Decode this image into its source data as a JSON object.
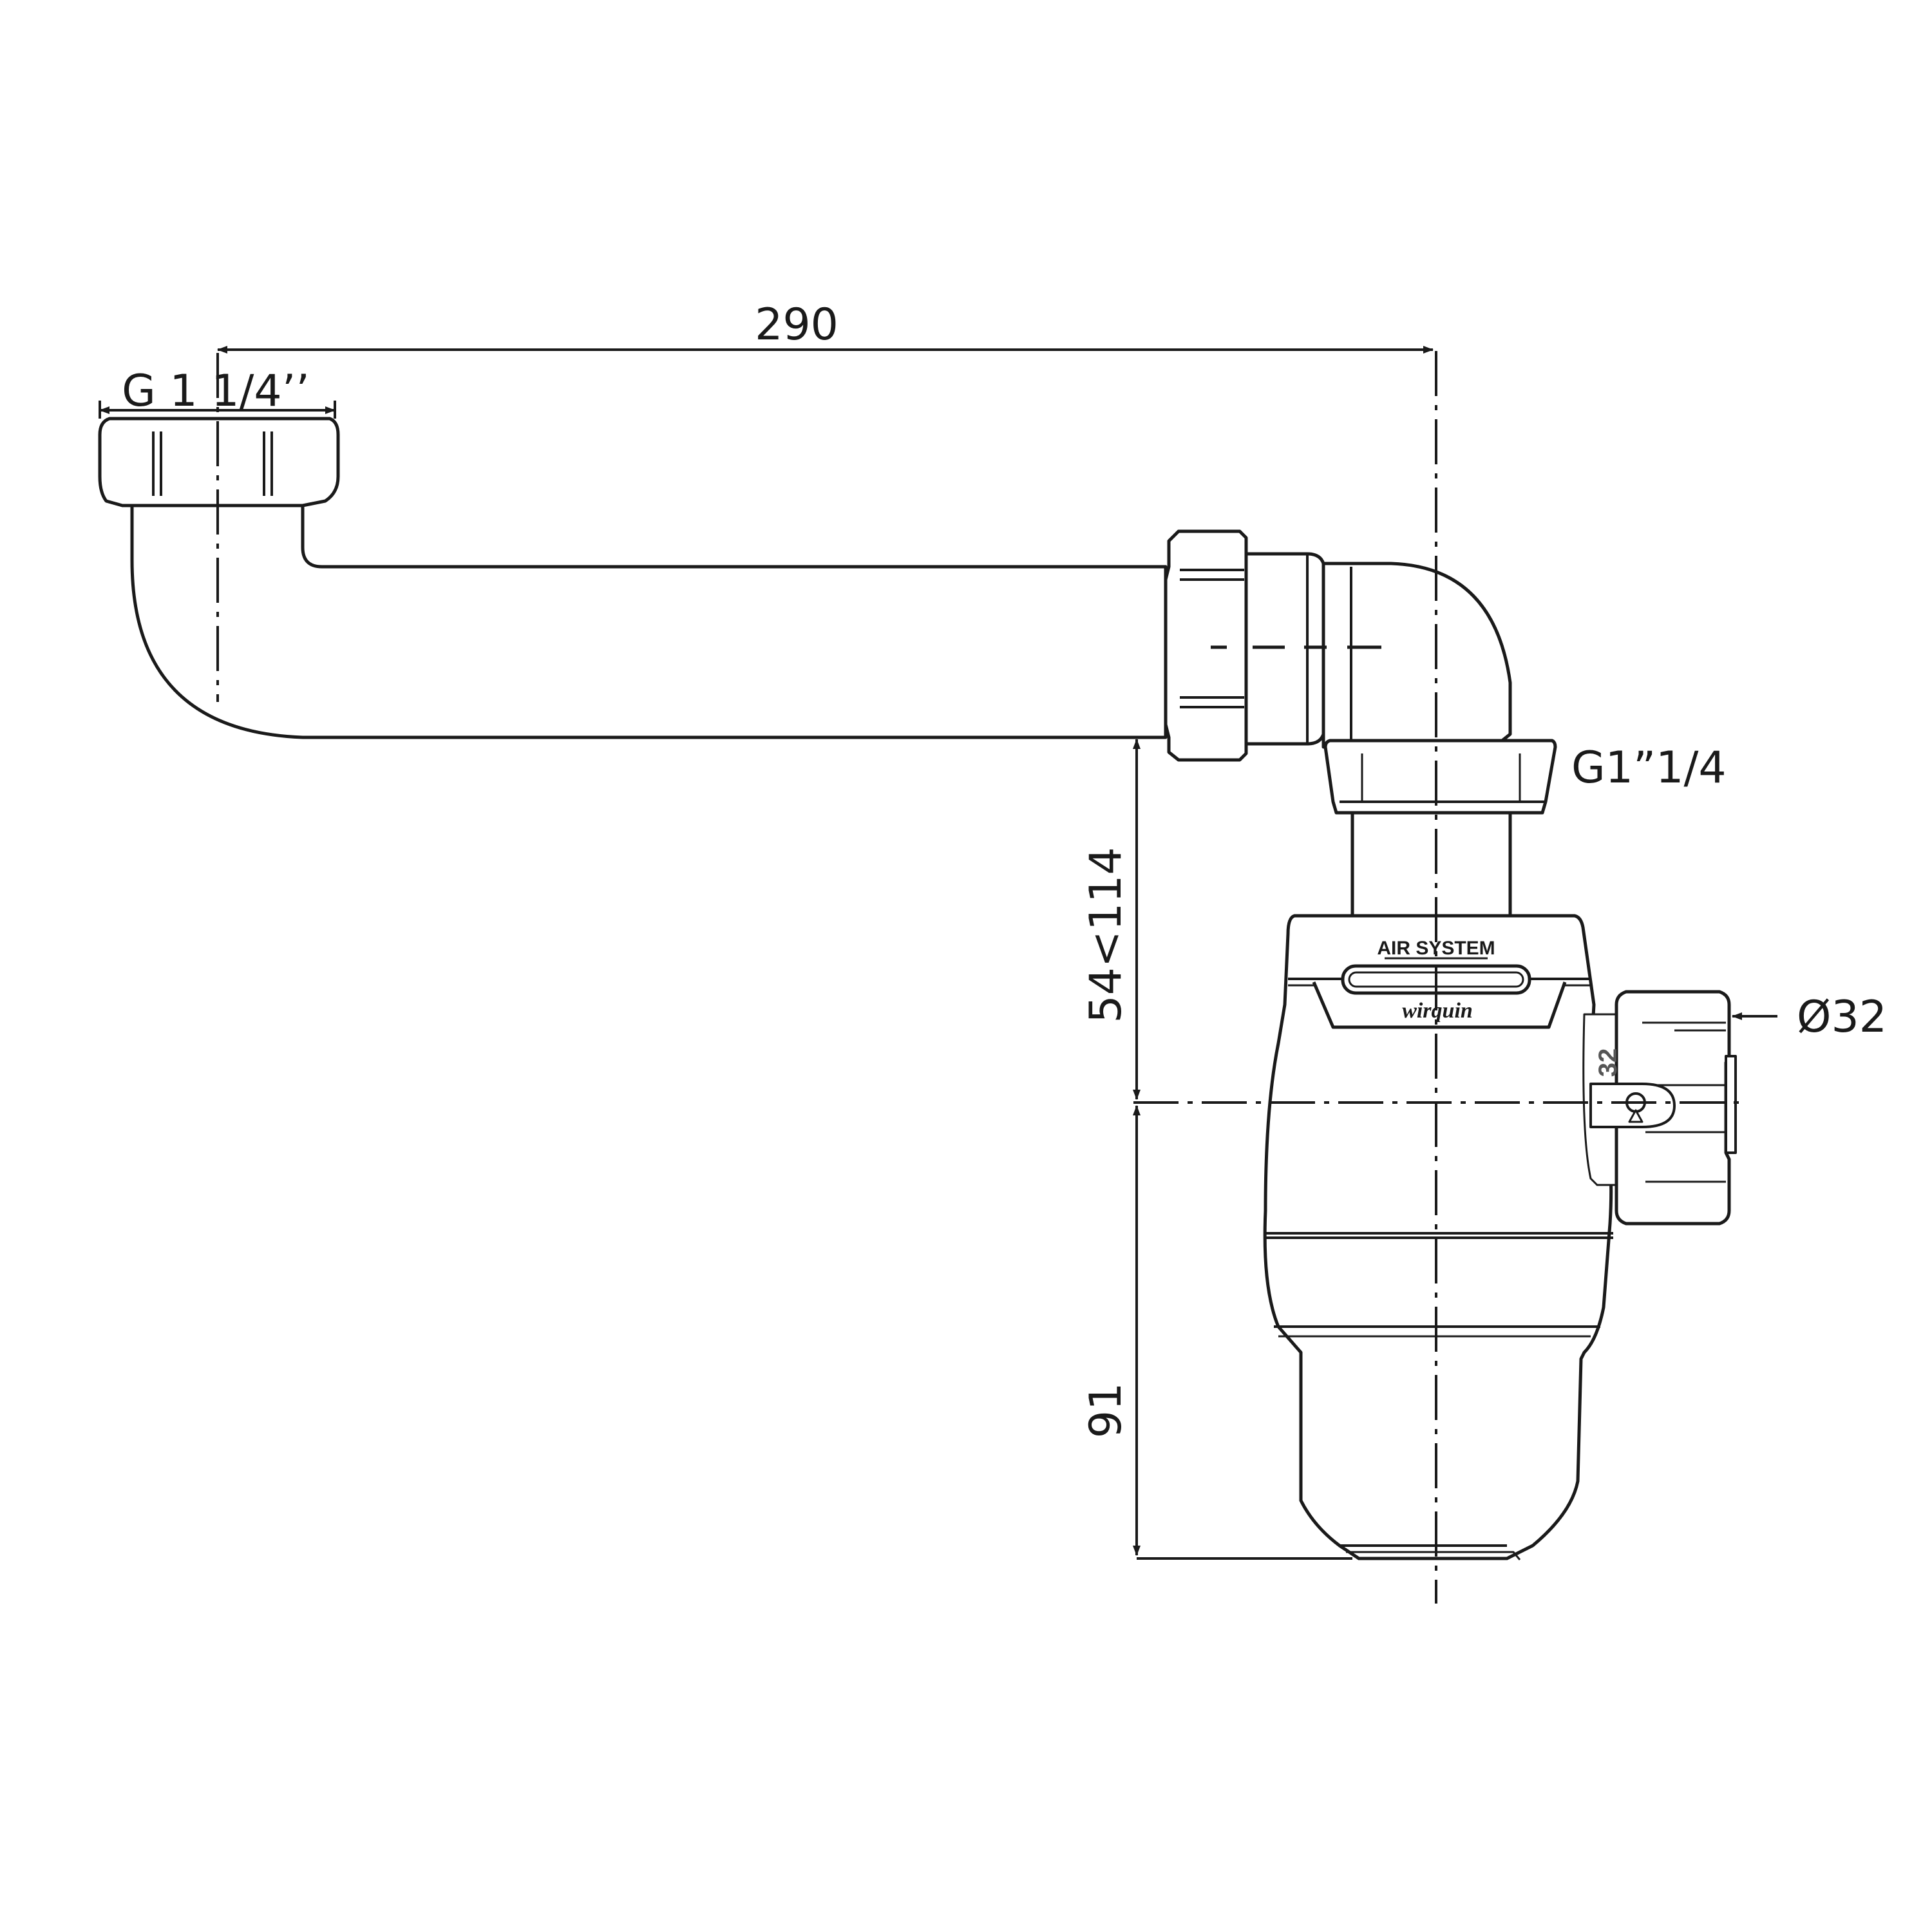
{
  "dimensions": {
    "overall_length": "290",
    "inlet_thread": "G 1 1/4’’",
    "outlet_thread": "G1”1/4",
    "height_adjust": "54<114",
    "bottle_depth": "91",
    "outlet_diameter": "Ø32"
  },
  "trap": {
    "label_top": "AIR SYSTEM",
    "brand": "wirquin",
    "port_size": "32"
  },
  "colors": {
    "line": "#1a1a1a",
    "body_fill": "#ffffff"
  }
}
